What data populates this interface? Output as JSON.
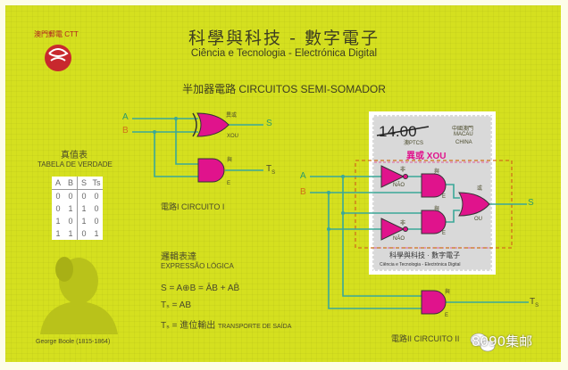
{
  "logo": {
    "text": "澳門郵電 CTT"
  },
  "title": "科學與科技 - 數字電子",
  "subtitle": "Ciência e Tecnologia - Electrónica Digital",
  "heading": "半加器電路  CIRCUITOS SEMI-SOMADOR",
  "circuit1": {
    "input_a": "A",
    "input_b": "B",
    "xor_cn": "異或",
    "xor_pt": "XOU",
    "and_cn": "與",
    "and_pt": "E",
    "out_s": "S",
    "out_ts": "T",
    "out_ts_sub": "S",
    "caption": "電路I  CIRCUITO I"
  },
  "truth_table": {
    "title_cn": "真值表",
    "title_pt": "TABELA DE VERDADE",
    "headers": [
      "A",
      "B",
      "S",
      "Ts"
    ],
    "rows": [
      [
        "0",
        "0",
        "0",
        "0"
      ],
      [
        "0",
        "1",
        "1",
        "0"
      ],
      [
        "1",
        "0",
        "1",
        "0"
      ],
      [
        "1",
        "1",
        "0",
        "1"
      ]
    ]
  },
  "portrait": {
    "caption": "George Boole (1815-1864)"
  },
  "logic": {
    "title_cn": "邏輯表達",
    "title_pt": "EXPRESSÃO LÓGICA",
    "eq1": "S = A⊕B = ĀB + AB̄",
    "eq2": "Tₛ = AB",
    "eq3_lhs": "Tₛ = 進位輸出",
    "eq3_pt": "TRANSPORTE DE SAÍDA"
  },
  "stamp": {
    "value": "14.00",
    "currency": "澳PTCS",
    "country_cn": "中國澳門",
    "country_1": "MACAU",
    "country_2": "CHINA",
    "gate_title": "異或 XOU",
    "footer_cn": "科學與科技 · 數字電子",
    "footer_pt": "Ciência e Tecnologia - Electrónica Digital"
  },
  "circuit2": {
    "input_a": "A",
    "input_b": "B",
    "not_cn": "非",
    "not_pt": "NÃO",
    "and_cn": "與",
    "and_pt": "E",
    "or_cn": "或",
    "or_pt": "OU",
    "out_s": "S",
    "out_ts": "T",
    "out_ts_sub": "S",
    "caption": "電路II  CIRCUITO II"
  },
  "watermark": "8090集邮",
  "colors": {
    "background": "#d5e01f",
    "gate": "#e0138c",
    "wire": "#3aa898",
    "input_b": "#d0701a"
  }
}
